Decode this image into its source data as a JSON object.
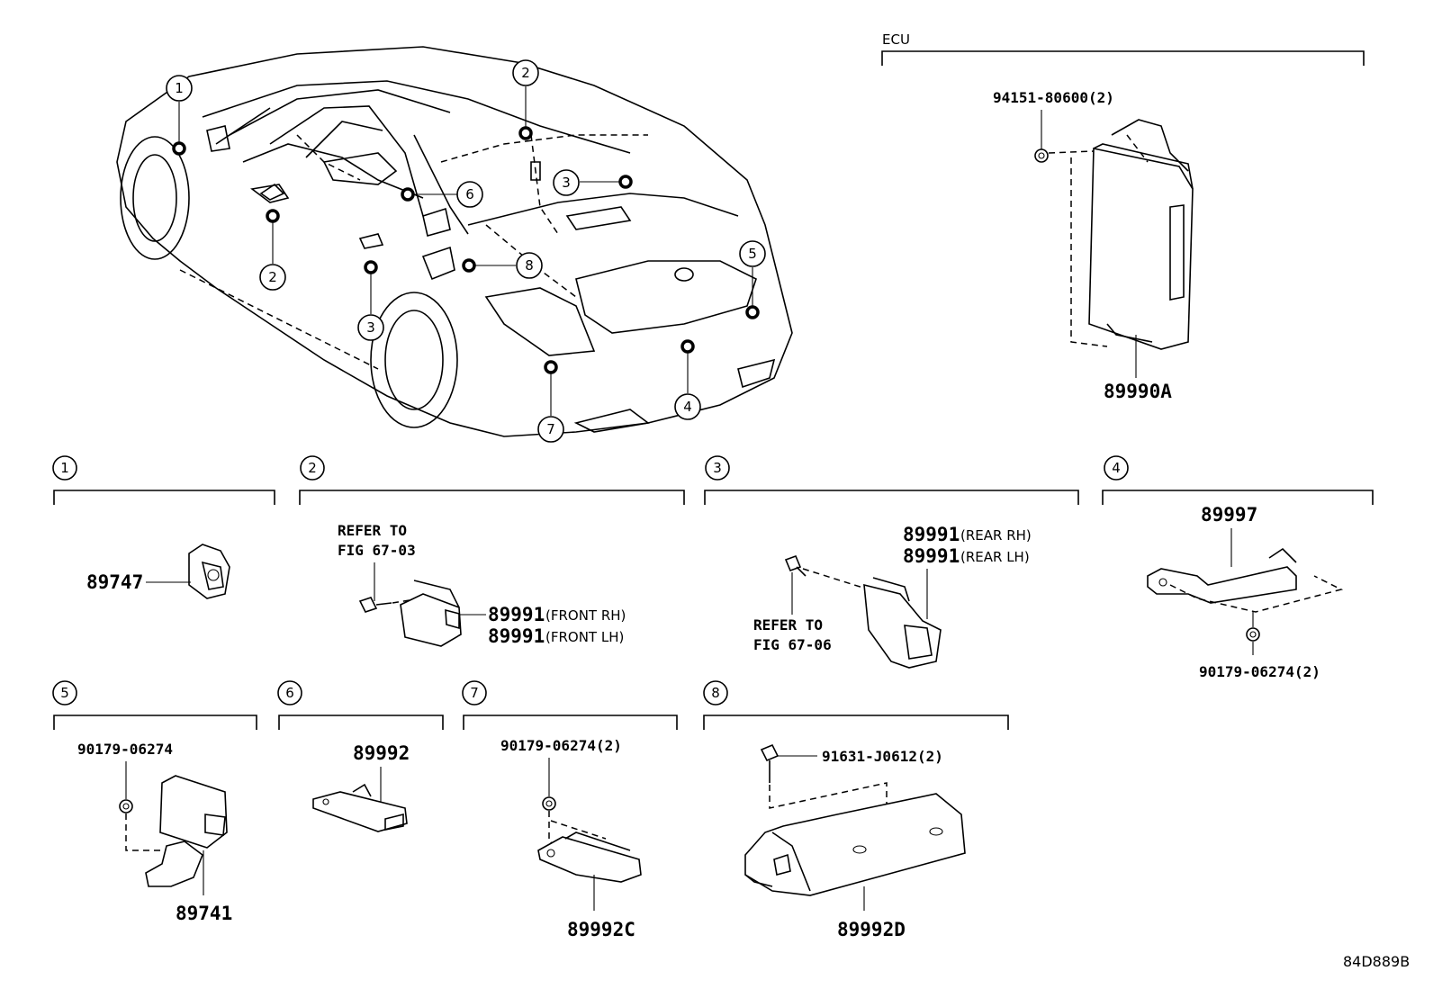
{
  "figure_code": "84D889B",
  "ecu": {
    "header": "ECU",
    "fastener": "94151-80600(2)",
    "part": "89990A"
  },
  "car_callouts": [
    "1",
    "2",
    "2",
    "3",
    "3",
    "4",
    "5",
    "6",
    "7",
    "8"
  ],
  "sections": [
    {
      "number": "1",
      "parts": [
        {
          "pn": "89747",
          "note": ""
        }
      ]
    },
    {
      "number": "2",
      "refer": [
        "REFER TO",
        "FIG 67-03"
      ],
      "parts": [
        {
          "pn": "89991",
          "note": "(FRONT RH)"
        },
        {
          "pn": "89991",
          "note": "(FRONT LH)"
        }
      ]
    },
    {
      "number": "3",
      "refer": [
        "REFER TO",
        "FIG 67-06"
      ],
      "parts": [
        {
          "pn": "89991",
          "note": "(REAR RH)"
        },
        {
          "pn": "89991",
          "note": "(REAR LH)"
        }
      ]
    },
    {
      "number": "4",
      "fastener": "90179-06274(2)",
      "parts": [
        {
          "pn": "89997",
          "note": ""
        }
      ]
    },
    {
      "number": "5",
      "fastener": "90179-06274",
      "parts": [
        {
          "pn": "89741",
          "note": ""
        }
      ]
    },
    {
      "number": "6",
      "parts": [
        {
          "pn": "89992",
          "note": ""
        }
      ]
    },
    {
      "number": "7",
      "fastener": "90179-06274(2)",
      "parts": [
        {
          "pn": "89992C",
          "note": ""
        }
      ]
    },
    {
      "number": "8",
      "fastener": "91631-J0612(2)",
      "parts": [
        {
          "pn": "89992D",
          "note": ""
        }
      ]
    }
  ]
}
